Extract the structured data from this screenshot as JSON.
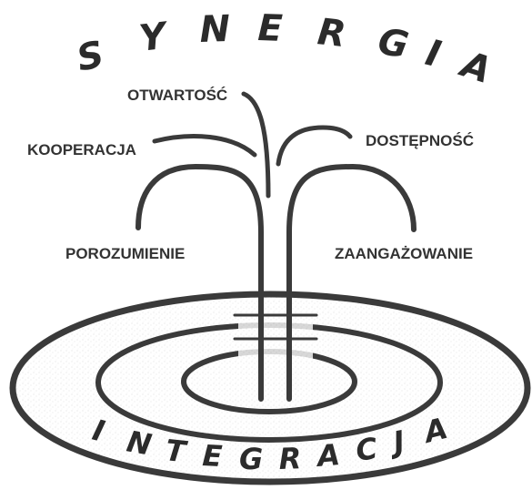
{
  "top_word_letters": [
    "S",
    "Y",
    "N",
    "E",
    "R",
    "G",
    "I",
    "A"
  ],
  "bottom_word_letters": [
    "I",
    "N",
    "T",
    "E",
    "G",
    "R",
    "A",
    "C",
    "J",
    "A"
  ],
  "labels": {
    "otwartosc": "OTWARTOŚĆ",
    "kooperacja": "KOOPERACJA",
    "dostepnosc": "DOSTĘPNOŚĆ",
    "porozumienie": "POROZUMIENIE",
    "zaangazowanie": "ZAANGAŻOWANIE"
  },
  "colors": {
    "stroke": "#3a3a3a",
    "text": "#333333",
    "background": "#ffffff"
  }
}
